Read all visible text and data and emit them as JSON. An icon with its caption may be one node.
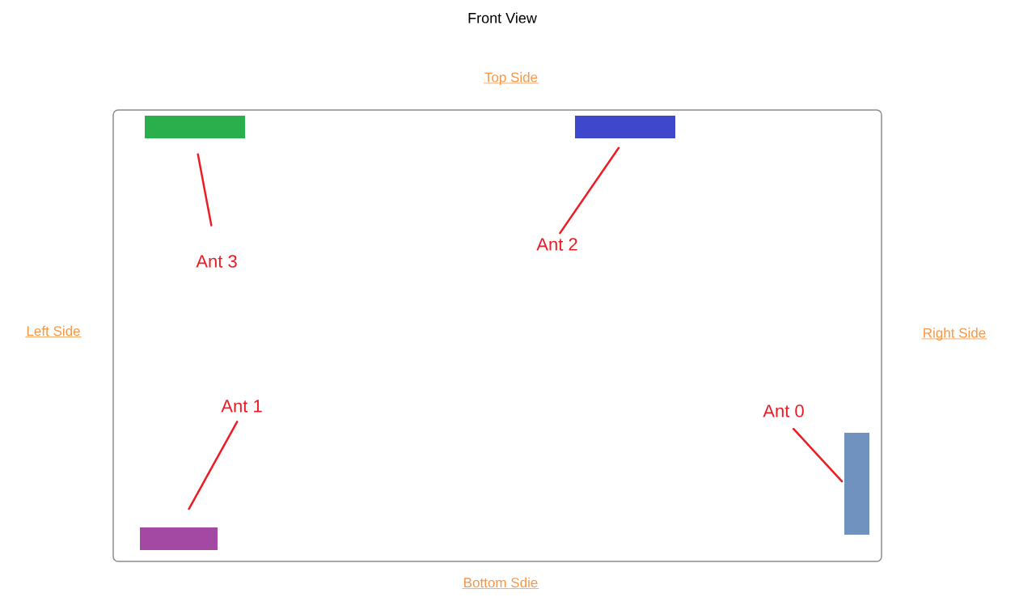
{
  "diagram": {
    "title": "Front View",
    "nodes": [
      {
        "text": [],
        "shape": "box"
      },
      {
        "text": [],
        "shape": "bar",
        "in": 0
      },
      {
        "text": [],
        "shape": "bar",
        "in": 0
      },
      {
        "text": [
          "Ant 2"
        ],
        "in": 0
      },
      {
        "text": [
          "Ant 3"
        ],
        "in": 0
      },
      {
        "text": [
          "Ant 1"
        ],
        "in": 0
      },
      {
        "text": [
          "Ant 0"
        ],
        "in": 0
      },
      {
        "text": [],
        "shape": "bar",
        "in": 0
      },
      {
        "text": [],
        "shape": "bar",
        "in": 0
      }
    ],
    "edges": [
      {
        "from": 3,
        "to": 2,
        "arrow": "none"
      },
      {
        "from": 4,
        "to": 1,
        "arrow": "none"
      },
      {
        "from": 5,
        "to": 8,
        "arrow": "none"
      },
      {
        "from": 6,
        "to": 7,
        "arrow": "none"
      }
    ],
    "labels": [
      "Top Side",
      "Left Side",
      "Right Side",
      "Bottom Sdie"
    ]
  }
}
